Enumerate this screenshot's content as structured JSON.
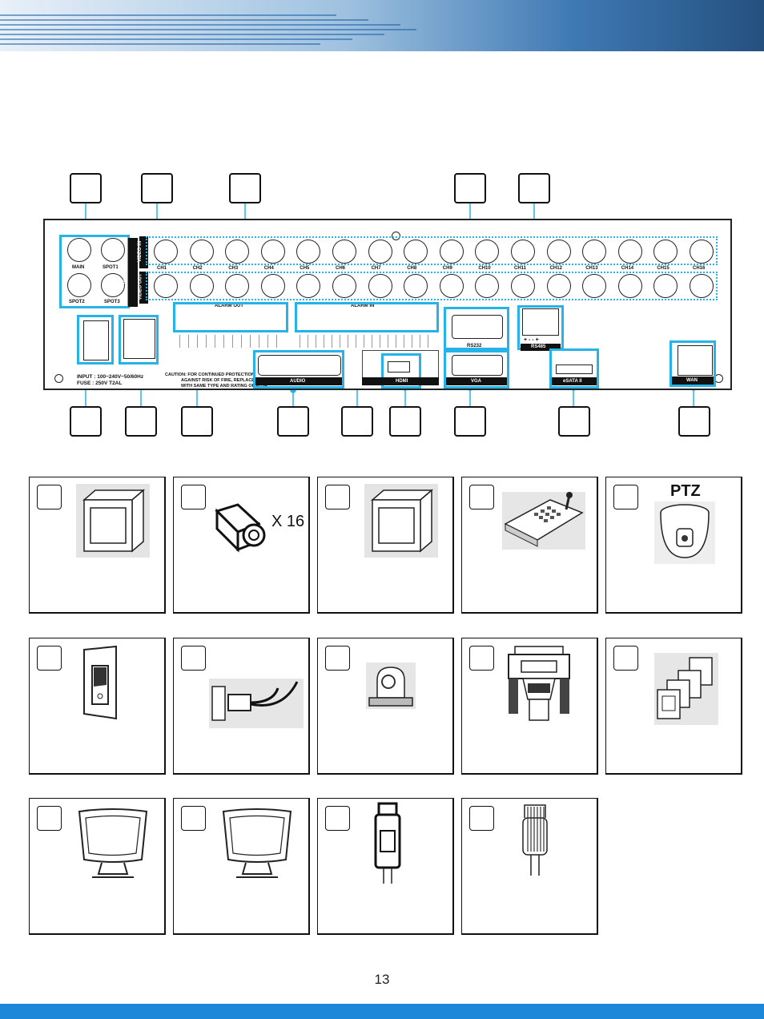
{
  "panel": {
    "video_in_label": "VIDEO IN",
    "video_out_label": "VIDEO OUT",
    "video_out_label2": "VIDEO OUT",
    "spot_labels": [
      "MAIN",
      "SPOT1",
      "SPOT2",
      "SPOT3"
    ],
    "channels": [
      "CH1",
      "CH2",
      "CH3",
      "CH4",
      "CH5",
      "CH6",
      "CH7",
      "CH8",
      "CH9",
      "CH10",
      "CH11",
      "CH12",
      "CH13",
      "CH14",
      "CH15",
      "CH16"
    ],
    "alarm_out_label": "ALARM OUT",
    "alarm_in_label": "ALARM IN",
    "rs232_label": "RS232",
    "rs485_label": "RS485",
    "rs485_terminals": "+ -   - +",
    "audio_label": "AUDIO",
    "hdmi_label": "HDMI",
    "vga_label": "VGA",
    "esata_label": "eSATA II",
    "wan_label": "WAN",
    "power_text1": "INPUT : 100~240V~50/60Hz",
    "power_text2": "FUSE : 250V T2AL",
    "caution1": "CAUTION: FOR CONTINUED PROTECTION",
    "caution2": "AGAINST RISK OF FIRE, REPLACE ONLY",
    "caution3": "WITH SAME TYPE AND RATING OF FUSE."
  },
  "tiles": {
    "camera_count": "X 16",
    "ptz_label": "PTZ"
  },
  "page_number": "13",
  "colors": {
    "highlight": "#26b3e8",
    "footer": "#1c86d8"
  }
}
